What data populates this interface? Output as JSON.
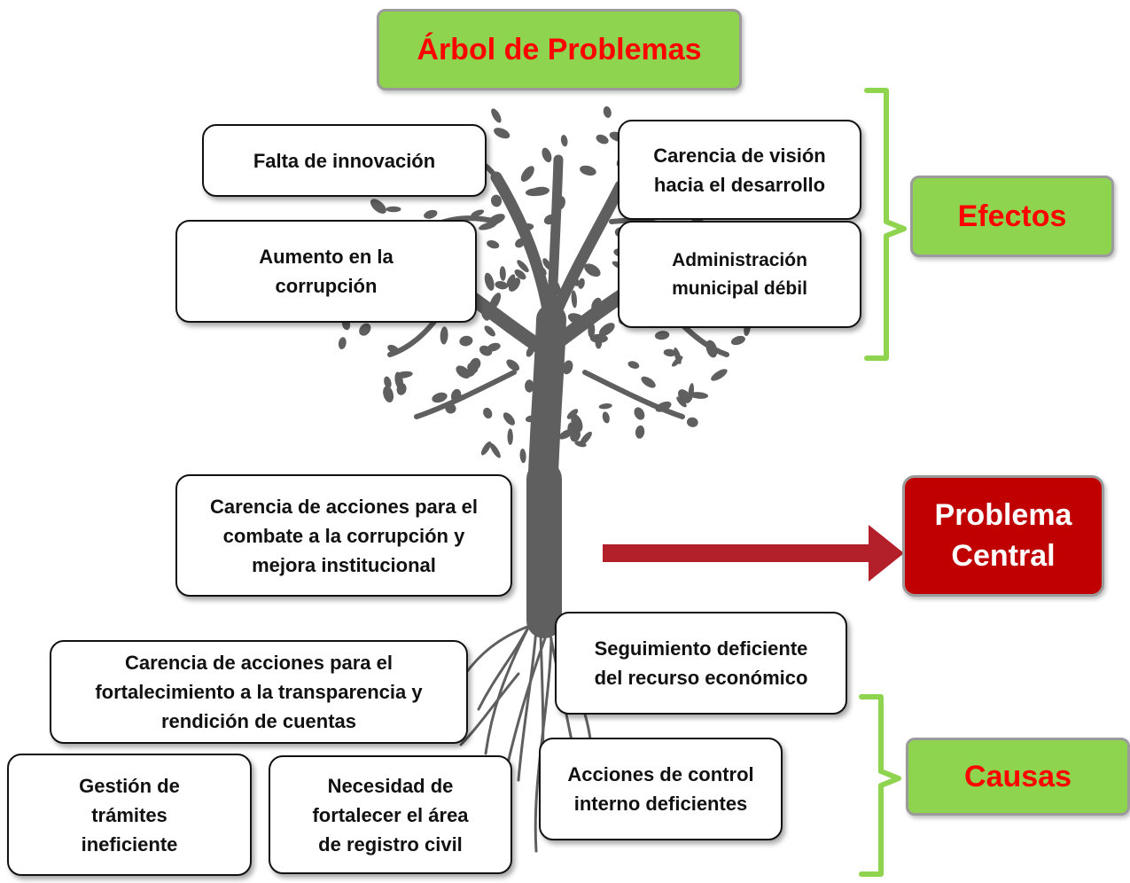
{
  "title": "Árbol de Problemas",
  "efectos_label": "Efectos",
  "causas_label": "Causas",
  "central_problem": "Problema\nCentral",
  "efectos": [
    "Falta de innovación",
    "Carencia de visión\nhacia el desarrollo",
    "Aumento en la\ncorrupción",
    "Administración\nmunicipal débil"
  ],
  "causas": [
    "Carencia de acciones para el\ncombate a la corrupción y\nmejora institucional",
    "Seguimiento deficiente\ndel recurso económico",
    "Carencia de acciones para el\nfortalecimiento a la transparencia y\nrendición de cuentas",
    "Acciones de control\ninterno deficientes",
    "Gestión de\ntrámites\nineficiente",
    "Necesidad de\nfortalecer el área\nde registro civil"
  ],
  "colors": {
    "label_green": "#8fd44e",
    "label_text_red": "#ff0000",
    "central_red": "#c00000",
    "arrow_red": "#b3202a",
    "bracket_green": "#8fd44e",
    "tree_gray": "#5f5f5f"
  }
}
